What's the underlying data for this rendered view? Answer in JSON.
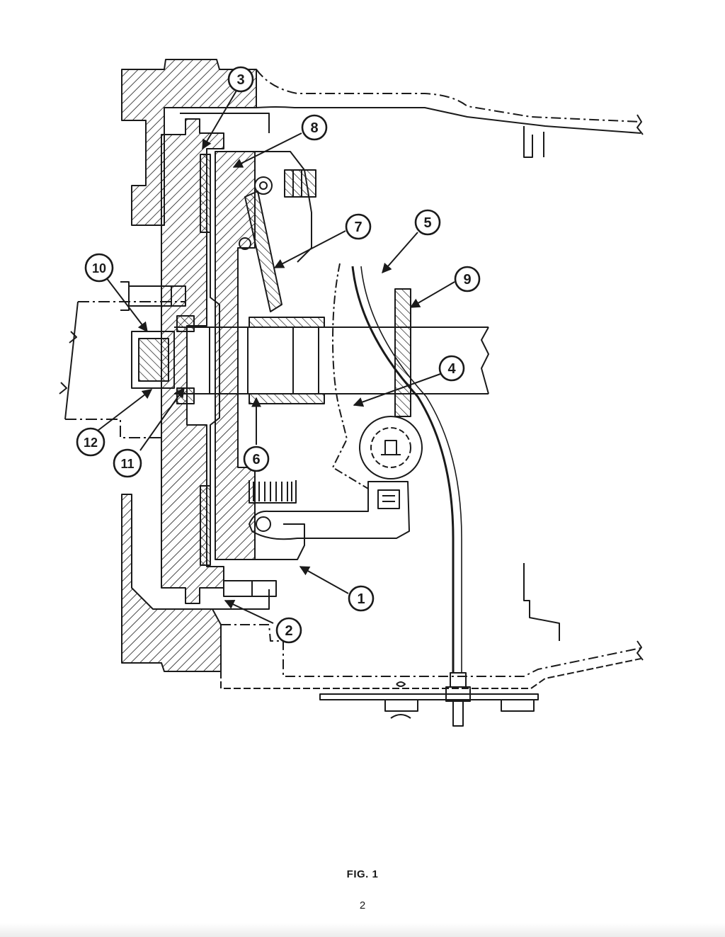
{
  "figure": {
    "caption": "FIG. 1",
    "page_number": "2",
    "callouts": [
      "1",
      "2",
      "3",
      "4",
      "5",
      "6",
      "7",
      "8",
      "9",
      "10",
      "11",
      "12"
    ]
  },
  "colors": {
    "ink": "#1a1a1a",
    "paper": "#ffffff"
  }
}
